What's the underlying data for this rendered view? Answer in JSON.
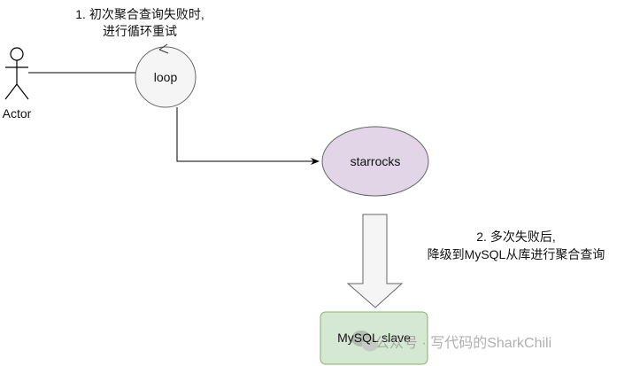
{
  "diagram": {
    "actor_label": "Actor",
    "loop_label": "loop",
    "starrocks_label": "starrocks",
    "mysql_label": "MySQL slave",
    "note1_line1": "1. 初次聚合查询失败时,",
    "note1_line2": "进行循环重试",
    "note2_line1": "2. 多次失败后,",
    "note2_line2": "降级到MySQL从库进行聚合查询"
  },
  "colors": {
    "loop_fill": "#f5f5f5",
    "starrocks_fill": "#e1d5e7",
    "mysql_fill": "#d5e8d4",
    "mysql_stroke": "#82b366"
  },
  "watermark": {
    "text": "公众号 · 写代码的SharkChili"
  }
}
